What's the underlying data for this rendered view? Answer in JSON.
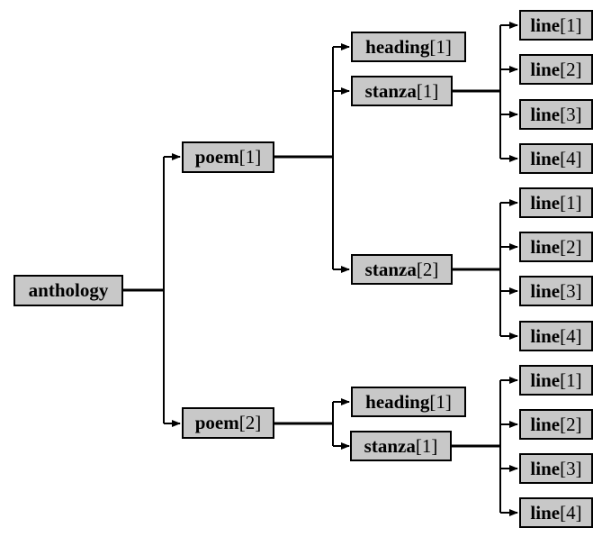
{
  "diagram": {
    "description": "Tree diagram of an anthology document: anthology contains two poems; poems contain a heading and stanzas; stanzas contain four lines each.",
    "colors": {
      "bg": "#ffffff",
      "node_fill": "#c8c8c8",
      "node_border": "#000000",
      "line": "#000000",
      "text": "#000000"
    },
    "nodes": [
      {
        "id": "anthology",
        "name": "anthology",
        "index": "",
        "label": "anthology"
      },
      {
        "id": "poem-1",
        "name": "poem",
        "index": "[1]",
        "label": "poem[1]"
      },
      {
        "id": "poem-1-heading-1",
        "name": "heading",
        "index": "[1]",
        "label": "heading[1]"
      },
      {
        "id": "poem-1-stanza-1",
        "name": "stanza",
        "index": "[1]",
        "label": "stanza[1]"
      },
      {
        "id": "poem-1-stanza-1-line-1",
        "name": "line",
        "index": "[1]",
        "label": "line[1]"
      },
      {
        "id": "poem-1-stanza-1-line-2",
        "name": "line",
        "index": "[2]",
        "label": "line[2]"
      },
      {
        "id": "poem-1-stanza-1-line-3",
        "name": "line",
        "index": "[3]",
        "label": "line[3]"
      },
      {
        "id": "poem-1-stanza-1-line-4",
        "name": "line",
        "index": "[4]",
        "label": "line[4]"
      },
      {
        "id": "poem-1-stanza-2",
        "name": "stanza",
        "index": "[2]",
        "label": "stanza[2]"
      },
      {
        "id": "poem-1-stanza-2-line-1",
        "name": "line",
        "index": "[1]",
        "label": "line[1]"
      },
      {
        "id": "poem-1-stanza-2-line-2",
        "name": "line",
        "index": "[2]",
        "label": "line[2]"
      },
      {
        "id": "poem-1-stanza-2-line-3",
        "name": "line",
        "index": "[3]",
        "label": "line[3]"
      },
      {
        "id": "poem-1-stanza-2-line-4",
        "name": "line",
        "index": "[4]",
        "label": "line[4]"
      },
      {
        "id": "poem-2",
        "name": "poem",
        "index": "[2]",
        "label": "poem[2]"
      },
      {
        "id": "poem-2-heading-1",
        "name": "heading",
        "index": "[1]",
        "label": "heading[1]"
      },
      {
        "id": "poem-2-stanza-1",
        "name": "stanza",
        "index": "[1]",
        "label": "stanza[1]"
      },
      {
        "id": "poem-2-stanza-1-line-1",
        "name": "line",
        "index": "[1]",
        "label": "line[1]"
      },
      {
        "id": "poem-2-stanza-1-line-2",
        "name": "line",
        "index": "[2]",
        "label": "line[2]"
      },
      {
        "id": "poem-2-stanza-1-line-3",
        "name": "line",
        "index": "[3]",
        "label": "line[3]"
      },
      {
        "id": "poem-2-stanza-1-line-4",
        "name": "line",
        "index": "[4]",
        "label": "line[4]"
      }
    ],
    "edges": [
      {
        "from": "anthology",
        "to": "poem-1"
      },
      {
        "from": "anthology",
        "to": "poem-2"
      },
      {
        "from": "poem-1",
        "to": "poem-1-heading-1"
      },
      {
        "from": "poem-1",
        "to": "poem-1-stanza-1"
      },
      {
        "from": "poem-1",
        "to": "poem-1-stanza-2"
      },
      {
        "from": "poem-1-stanza-1",
        "to": "poem-1-stanza-1-line-1"
      },
      {
        "from": "poem-1-stanza-1",
        "to": "poem-1-stanza-1-line-2"
      },
      {
        "from": "poem-1-stanza-1",
        "to": "poem-1-stanza-1-line-3"
      },
      {
        "from": "poem-1-stanza-1",
        "to": "poem-1-stanza-1-line-4"
      },
      {
        "from": "poem-1-stanza-2",
        "to": "poem-1-stanza-2-line-1"
      },
      {
        "from": "poem-1-stanza-2",
        "to": "poem-1-stanza-2-line-2"
      },
      {
        "from": "poem-1-stanza-2",
        "to": "poem-1-stanza-2-line-3"
      },
      {
        "from": "poem-1-stanza-2",
        "to": "poem-1-stanza-2-line-4"
      },
      {
        "from": "poem-2",
        "to": "poem-2-heading-1"
      },
      {
        "from": "poem-2",
        "to": "poem-2-stanza-1"
      },
      {
        "from": "poem-2-stanza-1",
        "to": "poem-2-stanza-1-line-1"
      },
      {
        "from": "poem-2-stanza-1",
        "to": "poem-2-stanza-1-line-2"
      },
      {
        "from": "poem-2-stanza-1",
        "to": "poem-2-stanza-1-line-3"
      },
      {
        "from": "poem-2-stanza-1",
        "to": "poem-2-stanza-1-line-4"
      }
    ]
  }
}
